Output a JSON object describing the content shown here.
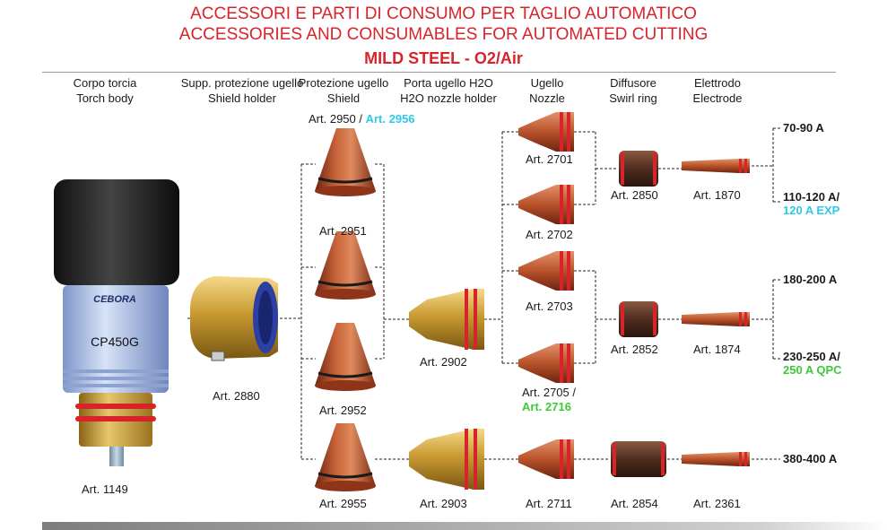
{
  "header": {
    "title_it": "ACCESSORI E PARTI DI CONSUMO PER TAGLIO AUTOMATICO",
    "title_en": "ACCESSORIES AND CONSUMABLES FOR AUTOMATED CUTTING",
    "subtitle": "MILD STEEL - O2/Air"
  },
  "colors": {
    "title": "#d8232a",
    "cyan": "#2ec9e6",
    "green": "#3ec93a",
    "copper": "#b5502a",
    "brass": "#c89a2e"
  },
  "columns": [
    {
      "it": "Corpo torcia",
      "en": "Torch body"
    },
    {
      "it": "Supp. protezione ugello",
      "en": "Shield holder"
    },
    {
      "it": "Protezione ugello",
      "en": "Shield"
    },
    {
      "it": "Porta ugello H2O",
      "en": "H2O nozzle holder"
    },
    {
      "it": "Ugello",
      "en": "Nozzle"
    },
    {
      "it": "Diffusore",
      "en": "Swirl ring"
    },
    {
      "it": "Elettrodo",
      "en": "Electrode"
    }
  ],
  "torch": {
    "brand": "CEBORA",
    "model": "CP450G"
  },
  "parts": {
    "torch_body": "Art. 1149",
    "shield_holder": "Art. 2880",
    "shield_a": "Art. 2950 /",
    "shield_a_alt": "Art. 2956",
    "shield_b": "Art. 2951",
    "shield_c": "Art. 2952",
    "shield_d": "Art. 2955",
    "holder_a": "Art. 2902",
    "holder_b": "Art. 2903",
    "nozzle_1": "Art. 2701",
    "nozzle_2": "Art. 2702",
    "nozzle_3": "Art. 2703",
    "nozzle_4": "Art. 2705 /",
    "nozzle_4_alt": "Art. 2716",
    "nozzle_5": "Art. 2711",
    "swirl_1": "Art. 2850",
    "swirl_2": "Art. 2852",
    "swirl_3": "Art. 2854",
    "electrode_1": "Art. 1870",
    "electrode_2": "Art. 1874",
    "electrode_3": "Art. 2361"
  },
  "amperage": {
    "a1": "70-90 A",
    "a2": "110-120 A/",
    "a2_alt": "120 A EXP",
    "a3": "180-200 A",
    "a4": "230-250 A/",
    "a4_alt": "250 A QPC",
    "a5": "380-400 A"
  }
}
